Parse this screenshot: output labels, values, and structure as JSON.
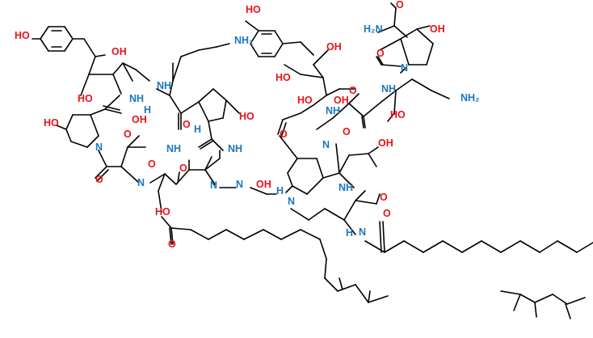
{
  "figure": "structure diagram",
  "colors": {
    "bond": "#000000",
    "oxygen": "#e8131a",
    "nitrogen": "#1b76bb"
  },
  "labels": [
    {
      "t": "HO",
      "k": "O"
    },
    {
      "t": "OH",
      "k": "O"
    },
    {
      "t": "HO",
      "k": "O"
    },
    {
      "t": "NH",
      "k": "N"
    },
    {
      "t": "H",
      "k": "H"
    },
    {
      "t": "O",
      "k": "O"
    },
    {
      "t": "HO",
      "k": "O"
    },
    {
      "t": "OH",
      "k": "O"
    },
    {
      "t": "N",
      "k": "N"
    },
    {
      "t": "O",
      "k": "O"
    },
    {
      "t": "O",
      "k": "O"
    },
    {
      "t": "N",
      "k": "N"
    },
    {
      "t": "HO",
      "k": "O"
    },
    {
      "t": "NH",
      "k": "N"
    },
    {
      "t": "O",
      "k": "O"
    },
    {
      "t": "O",
      "k": "O"
    },
    {
      "t": "HO",
      "k": "O"
    },
    {
      "t": "NH",
      "k": "N"
    },
    {
      "t": "N",
      "k": "N"
    },
    {
      "t": "OH",
      "k": "O"
    },
    {
      "t": "NH₂",
      "k": "N"
    },
    {
      "t": "O",
      "k": "O"
    },
    {
      "t": "H",
      "k": "H"
    },
    {
      "t": "NH",
      "k": "N"
    },
    {
      "t": "N",
      "k": "N"
    },
    {
      "t": "H",
      "k": "N"
    },
    {
      "t": "N",
      "k": "N"
    },
    {
      "t": "HO",
      "k": "O"
    },
    {
      "t": "HO",
      "k": "O"
    },
    {
      "t": "OH",
      "k": "O"
    },
    {
      "t": "HO",
      "k": "O"
    },
    {
      "t": "OH",
      "k": "O"
    },
    {
      "t": "O",
      "k": "O"
    },
    {
      "t": "NH",
      "k": "N"
    },
    {
      "t": "O",
      "k": "O"
    },
    {
      "t": "NH",
      "k": "N"
    },
    {
      "t": "HO",
      "k": "O"
    },
    {
      "t": "NH₂",
      "k": "N"
    },
    {
      "t": "H₂N",
      "k": "N"
    },
    {
      "t": "O",
      "k": "O"
    },
    {
      "t": "OH",
      "k": "O"
    },
    {
      "t": "N",
      "k": "N"
    },
    {
      "t": "O",
      "k": "O"
    },
    {
      "t": "N",
      "k": "N"
    },
    {
      "t": "O",
      "k": "O"
    },
    {
      "t": "OH",
      "k": "O"
    },
    {
      "t": "NH",
      "k": "N"
    },
    {
      "t": "O",
      "k": "O"
    },
    {
      "t": "N",
      "k": "N"
    },
    {
      "t": "H",
      "k": "N"
    },
    {
      "t": "O",
      "k": "O"
    }
  ]
}
